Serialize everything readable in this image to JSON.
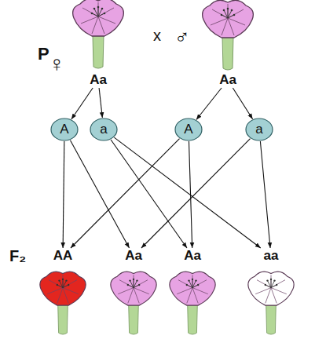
{
  "diagram": {
    "nodes": [
      {
        "text": [
          "Aa"
        ]
      },
      {
        "text": [
          "Aa"
        ]
      },
      {
        "text": [
          "A"
        ]
      },
      {
        "text": [
          "a"
        ]
      },
      {
        "text": [
          "A"
        ]
      },
      {
        "text": [
          "a"
        ]
      },
      {
        "text": [
          "AA"
        ]
      },
      {
        "text": [
          "Aa"
        ]
      },
      {
        "text": [
          "Aa"
        ]
      },
      {
        "text": [
          "aa"
        ]
      }
    ],
    "edges": [
      {
        "from": 0,
        "to": 2,
        "arrow": "to"
      },
      {
        "from": 0,
        "to": 3,
        "arrow": "to"
      },
      {
        "from": 1,
        "to": 4,
        "arrow": "to"
      },
      {
        "from": 1,
        "to": 5,
        "arrow": "to"
      },
      {
        "from": 2,
        "to": 6,
        "arrow": "to"
      },
      {
        "from": 2,
        "to": 7,
        "arrow": "to"
      },
      {
        "from": 3,
        "to": 8,
        "arrow": "to"
      },
      {
        "from": 3,
        "to": 9,
        "arrow": "to"
      },
      {
        "from": 4,
        "to": 6,
        "arrow": "to"
      },
      {
        "from": 4,
        "to": 8,
        "arrow": "to"
      },
      {
        "from": 5,
        "to": 7,
        "arrow": "to"
      },
      {
        "from": 5,
        "to": 9,
        "arrow": "to"
      }
    ],
    "labels": [
      "P",
      "♀",
      "x",
      "♂",
      "F₂"
    ]
  }
}
